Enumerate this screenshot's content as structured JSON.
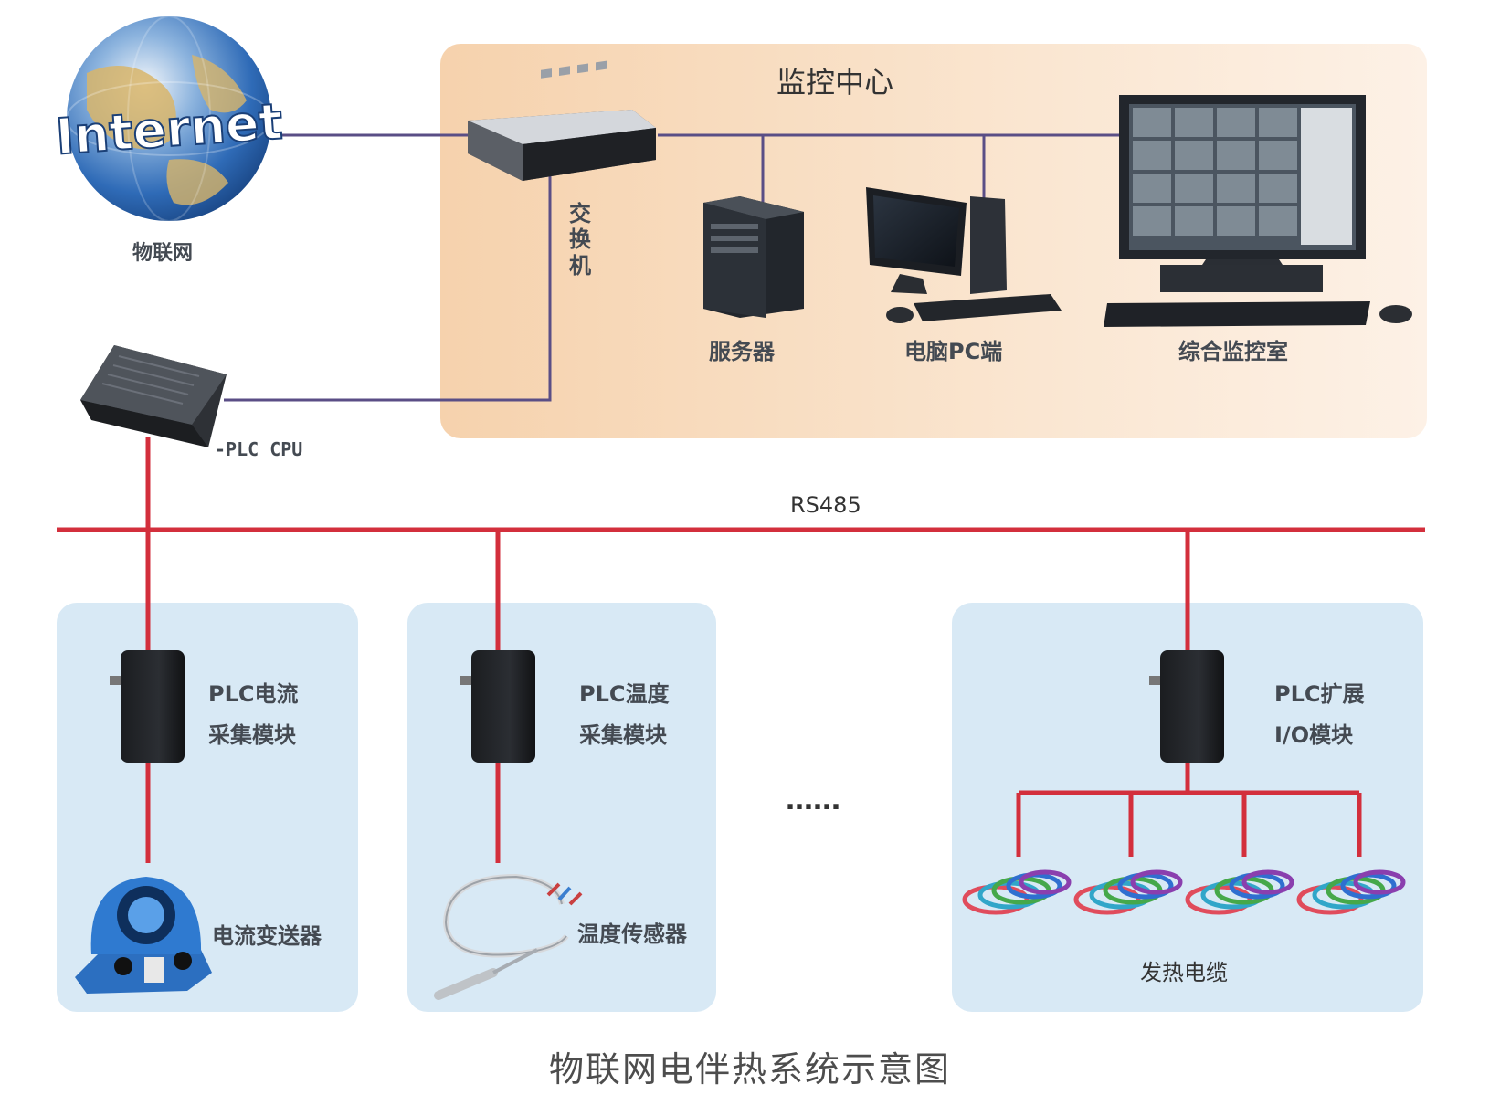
{
  "colors": {
    "network_line": "#5a4e86",
    "bus_line": "#d32f3c",
    "monitor_zone": "#f8d9bb",
    "field_zone": "#d7e9f5"
  },
  "monitor_center": {
    "title": "监控中心",
    "switch_label": "交换机",
    "server_label": "服务器",
    "pc_label": "电脑PC端",
    "control_room_label": "综合监控室"
  },
  "internet": {
    "globe_text": "Internet",
    "label": "物联网"
  },
  "plc_cpu": {
    "label": "-PLC CPU"
  },
  "bus": {
    "label": "RS485"
  },
  "modules": {
    "current": {
      "line1": "PLC电流",
      "line2": "采集模块",
      "device_label": "电流变送器"
    },
    "temperature": {
      "line1": "PLC温度",
      "line2": "采集模块",
      "device_label": "温度传感器"
    },
    "ellipsis": "……",
    "io": {
      "line1": "PLC扩展",
      "line2": "I/O模块",
      "device_label": "发热电缆"
    }
  },
  "caption": "物联网电伴热系统示意图"
}
